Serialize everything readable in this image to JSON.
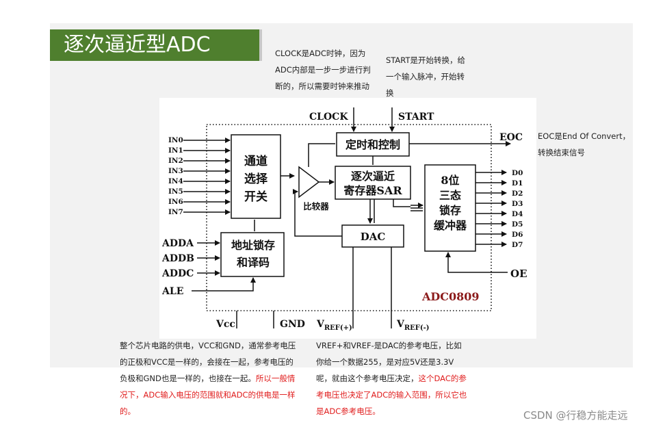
{
  "title": "逐次逼近型ADC",
  "notes": {
    "clock": "CLOCK是ADC时钟，因为ADC内部是一步一步进行判断的，所以需要时钟来推动这个过程。",
    "start": "START是开始转换，给一个输入脉冲，开始转换",
    "eoc": "EOC是End Of Convert，转换结束信号",
    "power_plain": "整个芯片电路的供电，VCC和GND，通常参考电压的正极和VCC是一样的，会接在一起，参考电压的负极和GND也是一样的，也接在一起。",
    "power_red": "所以一般情况下，ADC输入电压的范围就和ADC的供电是一样的。",
    "vref_plain": "VREF+和VREF-是DAC的参考电压，比如你给一个数据255，是对应5V还是3.3V呢，就由这个参考电压决定，",
    "vref_red": "这个DAC的参考电压也决定了ADC的输入范围，所以它也是ADC参考电压。"
  },
  "diagram": {
    "inputs": [
      "IN0",
      "IN1",
      "IN2",
      "IN3",
      "IN4",
      "IN5",
      "IN6",
      "IN7"
    ],
    "mux": [
      "通道",
      "选择",
      "开关"
    ],
    "address_pins": [
      "ADDA",
      "ADDB",
      "ADDC",
      "ALE"
    ],
    "latch": [
      "地址锁存",
      "和译码"
    ],
    "clock_label": "CLOCK",
    "start_label": "START",
    "timing": "定时和控制",
    "comparator": "比较器",
    "sar": [
      "逐次逼近",
      "寄存器SAR"
    ],
    "dac": "DAC",
    "buffer": [
      "8位",
      "三态",
      "锁存",
      "缓冲器"
    ],
    "outputs": [
      "D0",
      "D1",
      "D2",
      "D3",
      "D4",
      "D5",
      "D6",
      "D7"
    ],
    "eoc_label": "EOC",
    "oe_label": "OE",
    "chip_name": "ADC0809",
    "vcc_label": "Vcc",
    "gnd_label": "GND",
    "vref_plus": {
      "main": "V",
      "sub": "REF(+)"
    },
    "vref_minus": {
      "main": "V",
      "sub": "REF(-)"
    }
  },
  "colors": {
    "title_bg": "#4f7f2e",
    "note_red": "#e01c1c",
    "chip_name": "#8b1a1a"
  },
  "watermark": "CSDN @行稳方能走远"
}
